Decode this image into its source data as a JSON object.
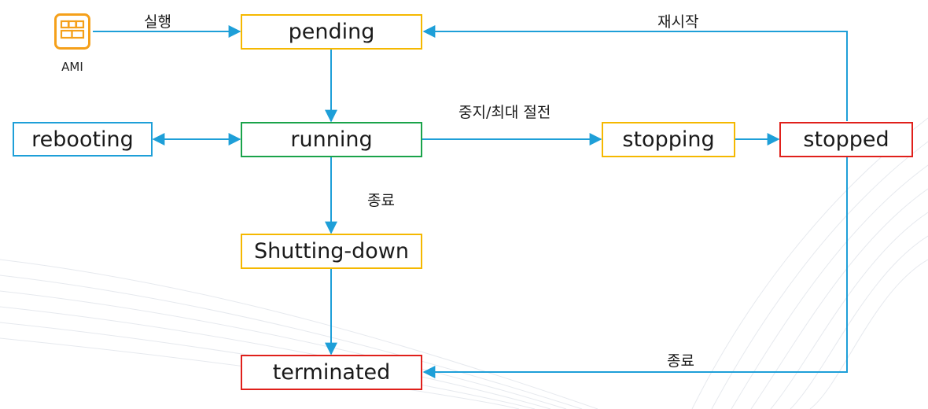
{
  "states": {
    "pending": {
      "label": "pending",
      "color": "#f5b800"
    },
    "running": {
      "label": "running",
      "color": "#1aa34a"
    },
    "rebooting": {
      "label": "rebooting",
      "color": "#1e9fd8"
    },
    "stopping": {
      "label": "stopping",
      "color": "#f5b800"
    },
    "stopped": {
      "label": "stopped",
      "color": "#e0201b"
    },
    "shutting_down": {
      "label": "Shutting-down",
      "color": "#f5b800"
    },
    "terminated": {
      "label": "terminated",
      "color": "#e0201b"
    }
  },
  "transitions": {
    "launch": "실행",
    "stop": "중지/최대 절전",
    "terminate_from_running": "종료",
    "restart": "재시작",
    "terminate_from_stopped": "종료"
  },
  "ami": {
    "label": "AMI",
    "icon": "ami-icon",
    "color": "#f5a01a"
  },
  "arrow_color": "#1e9fd8"
}
